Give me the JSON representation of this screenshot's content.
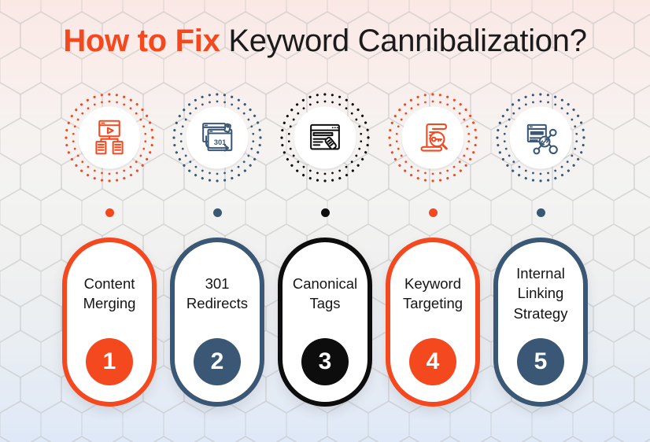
{
  "title": {
    "highlight": "How to Fix",
    "rest": "Keyword Cannibalization?"
  },
  "palette": {
    "orange": "#F4481F",
    "navy": "#3A5775",
    "black": "#0D0D0D",
    "background_top": "#F9E2DE",
    "background_middle": "#EFEFEE",
    "background_bottom": "#D5E2F4"
  },
  "steps": [
    {
      "number": "1",
      "label": "Content Merging",
      "color": "#F4481F",
      "icon": "content-merging-icon"
    },
    {
      "number": "2",
      "label": "301 Redirects",
      "color": "#3A5775",
      "icon": "301-redirects-icon"
    },
    {
      "number": "3",
      "label": "Canonical Tags",
      "color": "#0D0D0D",
      "icon": "canonical-tags-icon"
    },
    {
      "number": "4",
      "label": "Keyword Targeting",
      "color": "#F4481F",
      "icon": "keyword-targeting-icon"
    },
    {
      "number": "5",
      "label": "Internal Linking Strategy",
      "color": "#3A5775",
      "icon": "internal-linking-icon"
    }
  ]
}
